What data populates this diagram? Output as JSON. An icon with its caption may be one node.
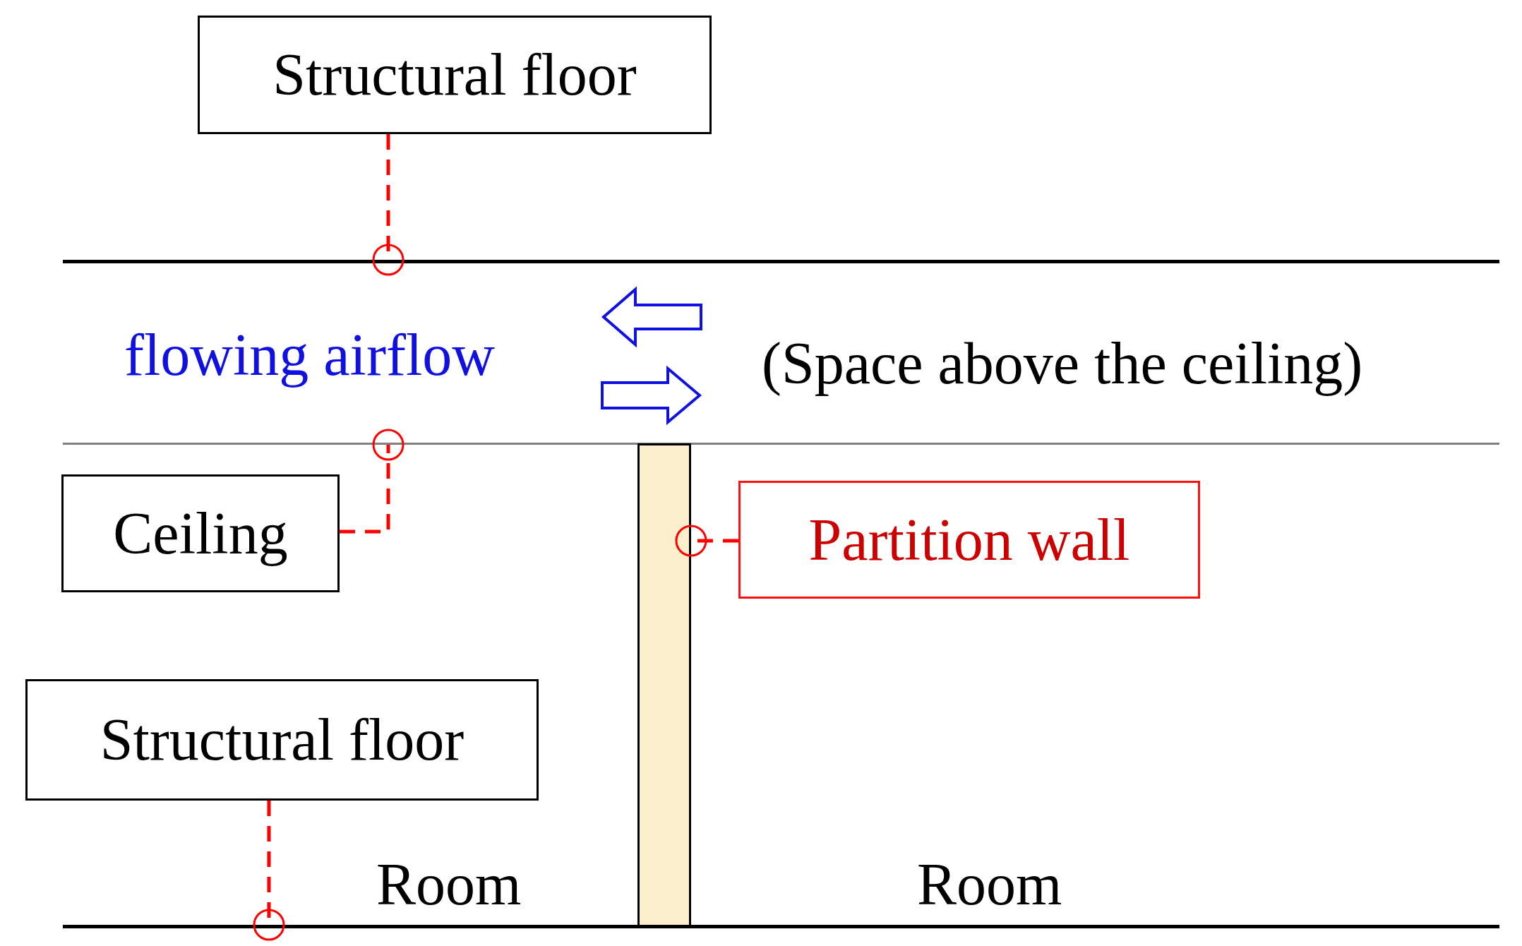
{
  "diagram": {
    "nodes": [
      {
        "text": [
          "Structural floor"
        ]
      },
      {
        "text": [
          "Ceiling"
        ]
      },
      {
        "text": [
          "Partition wall"
        ]
      },
      {
        "text": [
          "Structural floor"
        ]
      },
      {
        "text": [],
        "shape": "bar"
      },
      {
        "text": [],
        "shape": "bar"
      },
      {
        "text": [],
        "shape": "bar"
      },
      {
        "text": [],
        "shape": "bar"
      }
    ],
    "edges": [
      {
        "from": 0,
        "to": 4,
        "arrow": "other",
        "style": "dashed"
      },
      {
        "from": 1,
        "to": 5,
        "arrow": "other",
        "style": "dashed"
      },
      {
        "from": 2,
        "to": 6,
        "arrow": "other",
        "style": "dashed"
      },
      {
        "from": 3,
        "to": 7,
        "arrow": "other",
        "style": "dashed"
      }
    ],
    "labels": [
      "flowing airflow",
      "(Space above the ceiling)",
      "Room",
      "Room"
    ]
  }
}
